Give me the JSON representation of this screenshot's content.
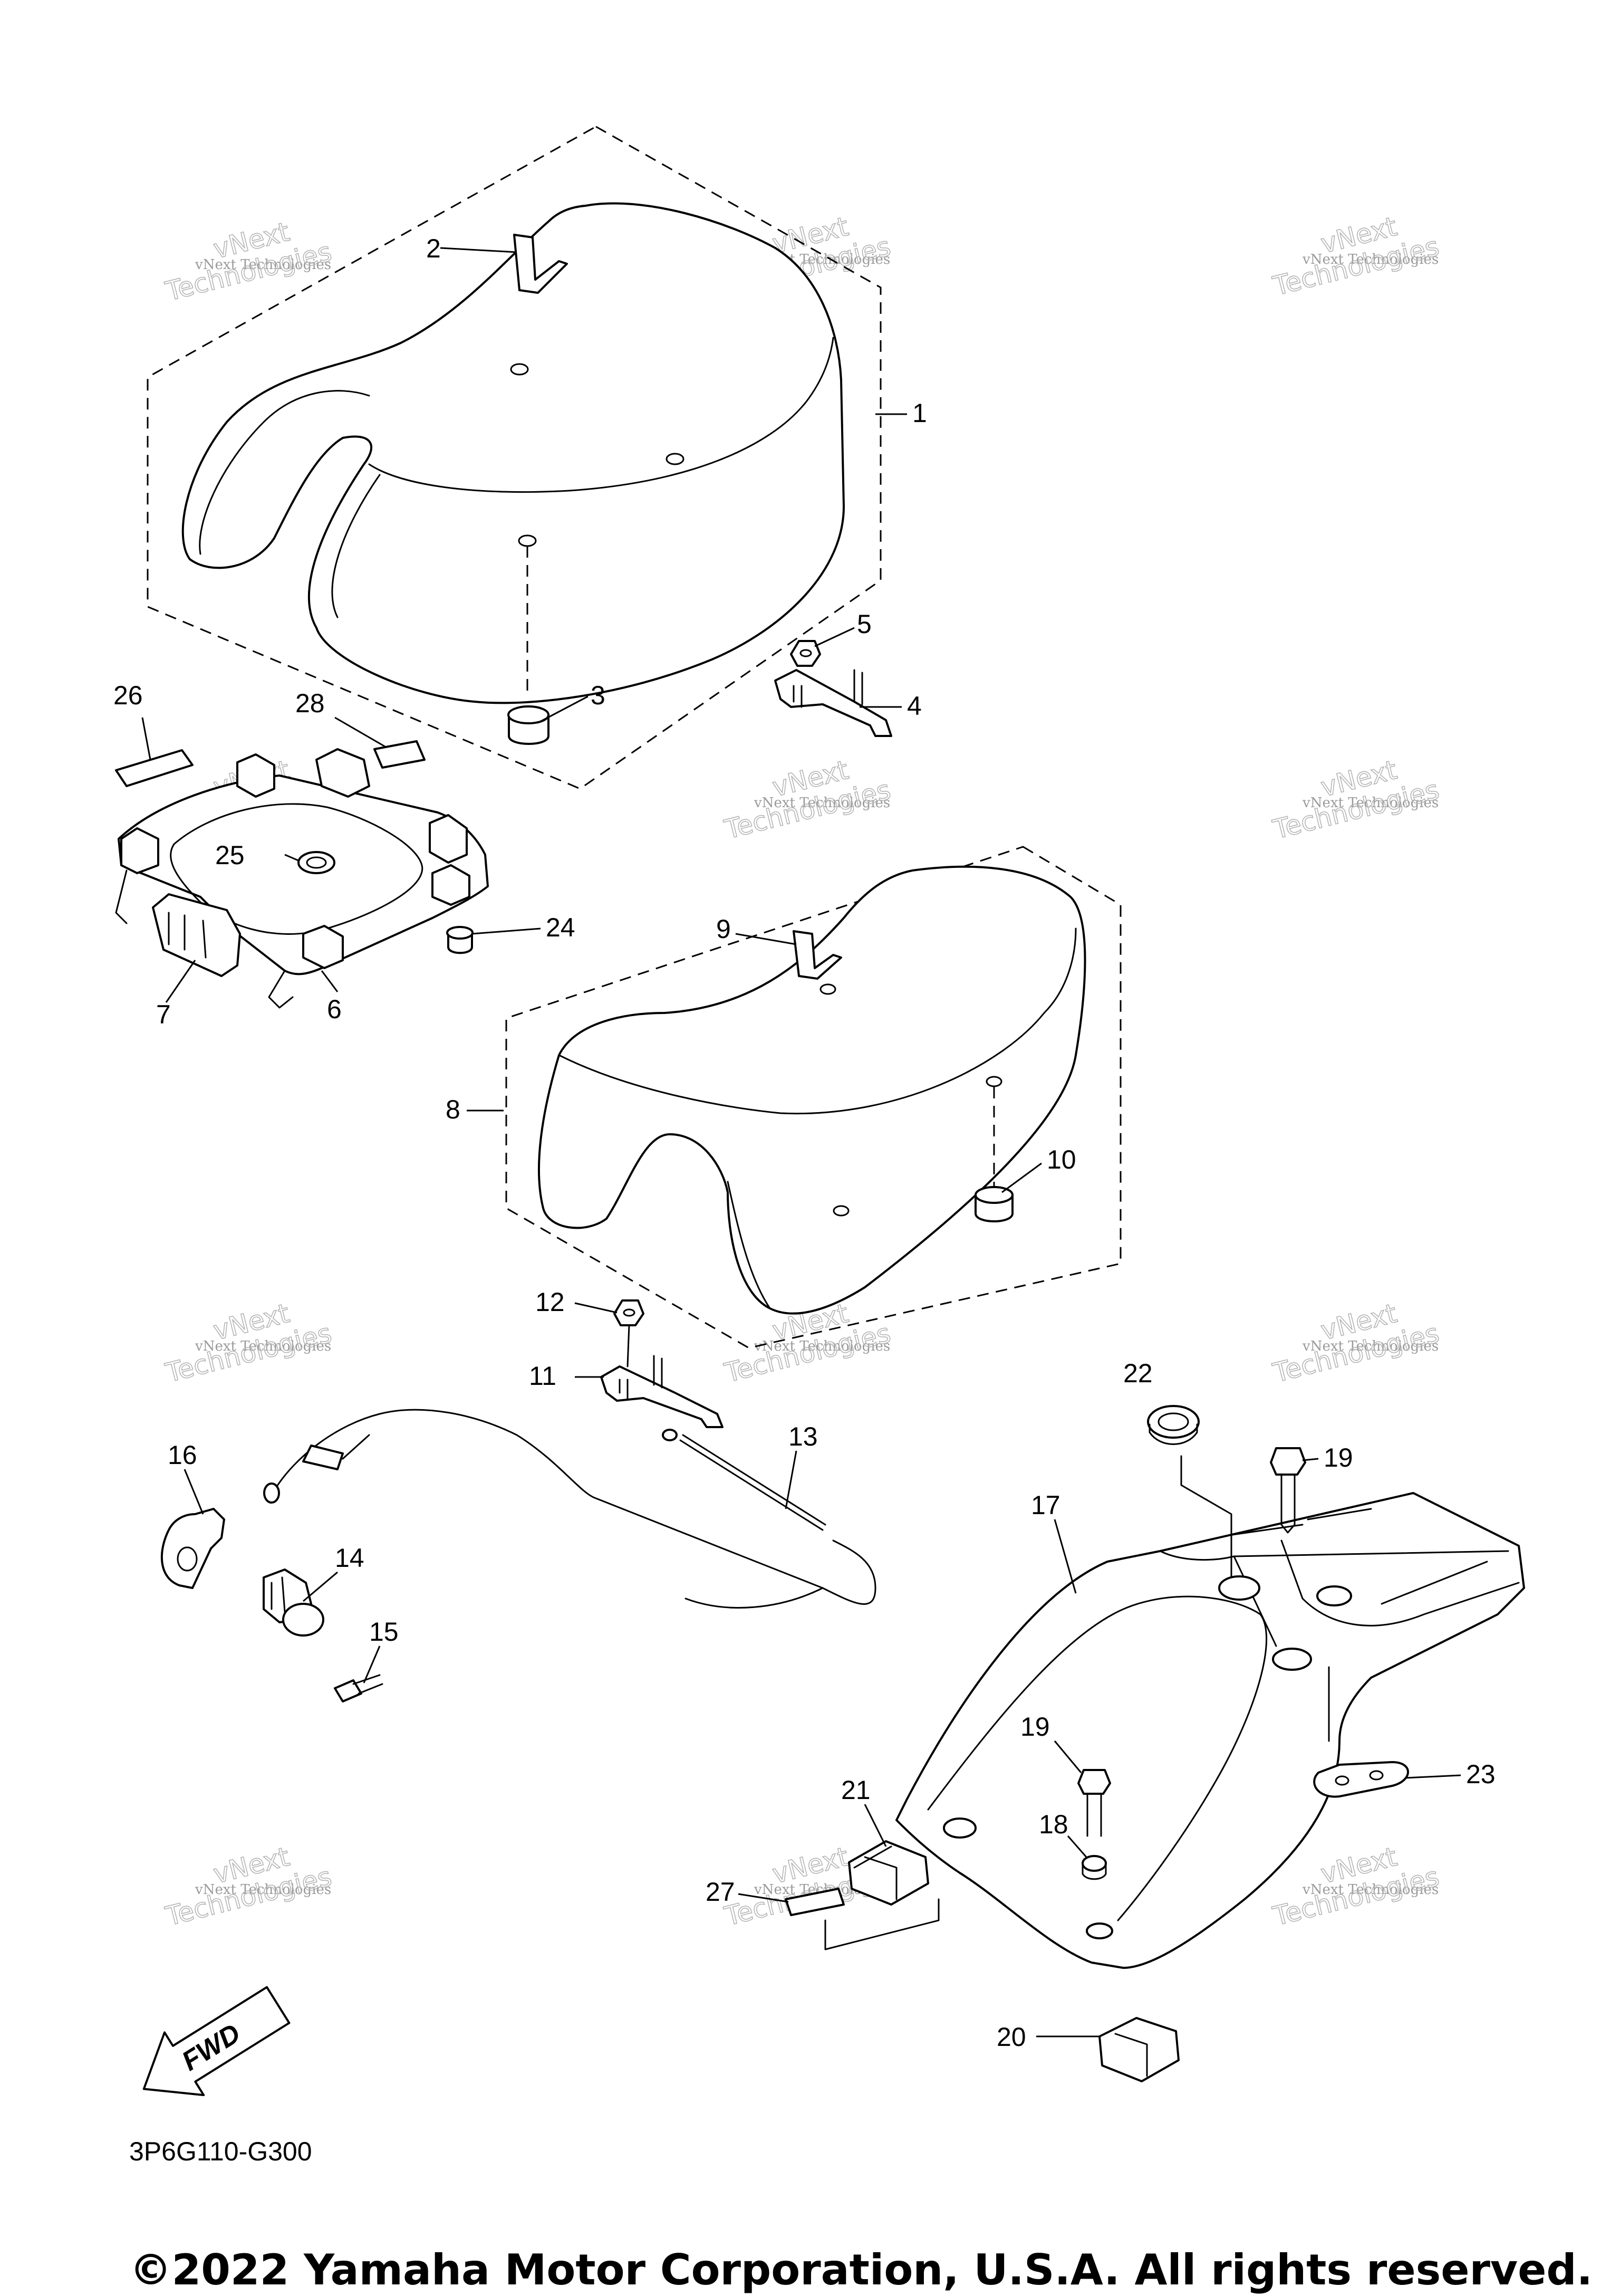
{
  "callouts": [
    "1",
    "2",
    "3",
    "4",
    "5",
    "6",
    "7",
    "8",
    "9",
    "10",
    "11",
    "12",
    "13",
    "14",
    "15",
    "16",
    "17",
    "18",
    "19",
    "19",
    "20",
    "21",
    "22",
    "23",
    "24",
    "25",
    "26",
    "27",
    "28"
  ],
  "watermark": {
    "line1": "vNext Technologies",
    "line2": "vNext",
    "line3": "Technologies"
  },
  "diagram_code": "3P6G110-G300",
  "fwd_label": "FWD",
  "copyright": "©2022 Yamaha Motor Corporation, U.S.A. All rights reserved."
}
